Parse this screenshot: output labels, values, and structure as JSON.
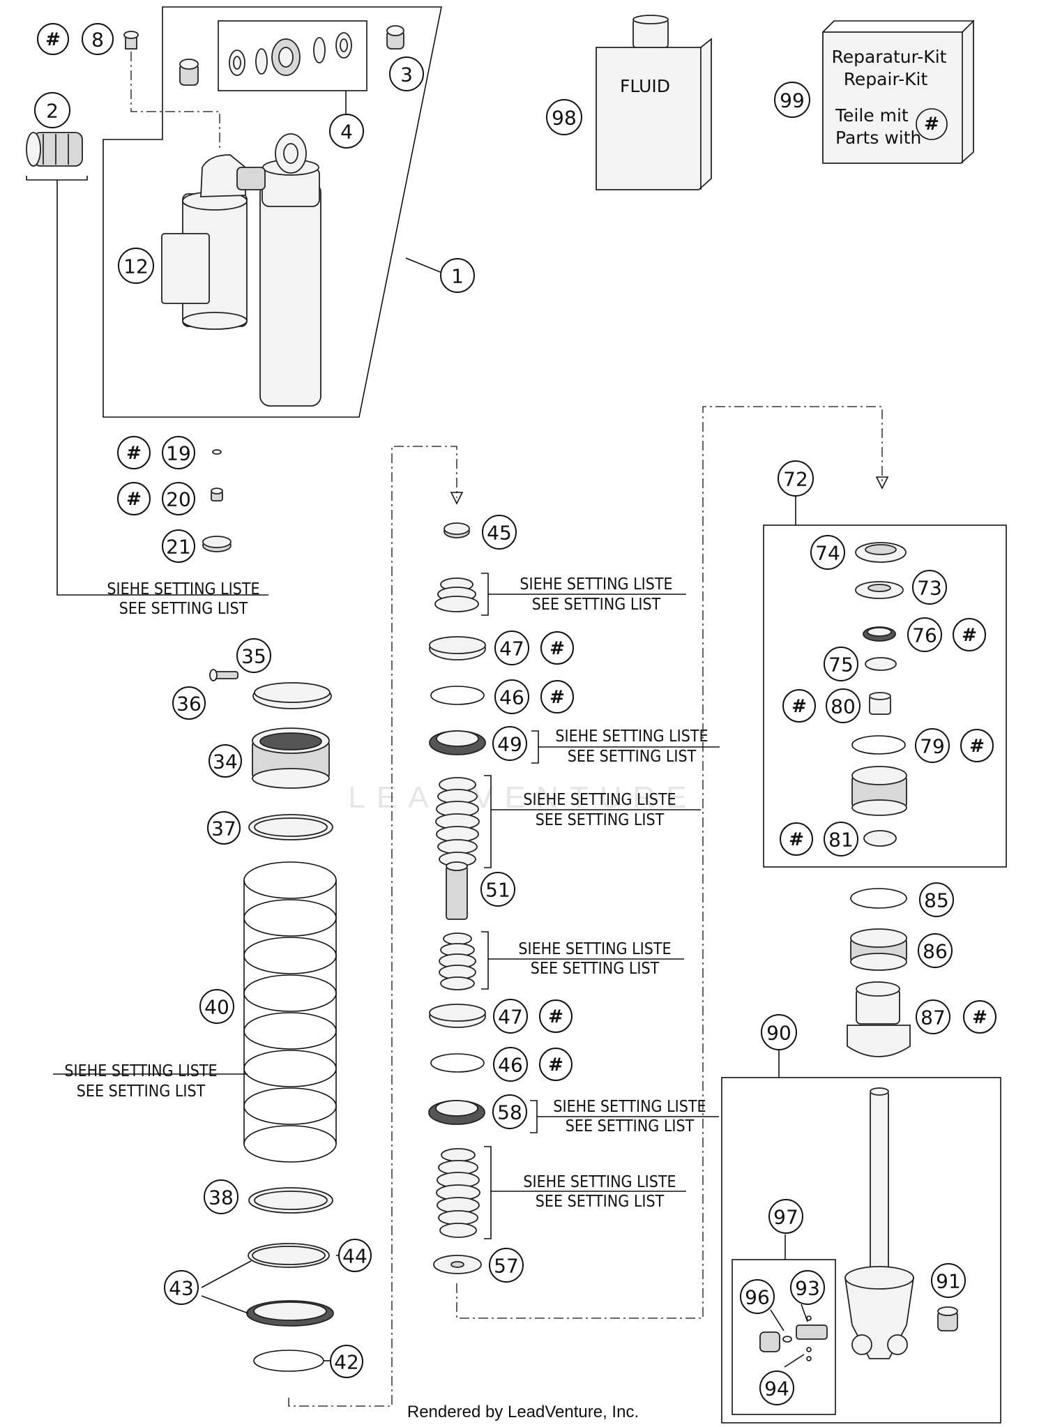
{
  "diagram": {
    "callouts": [
      {
        "id": "hash-8",
        "label": "#"
      },
      {
        "id": "p8",
        "label": "8"
      },
      {
        "id": "p2",
        "label": "2"
      },
      {
        "id": "p3",
        "label": "3"
      },
      {
        "id": "p4",
        "label": "4"
      },
      {
        "id": "p12",
        "label": "12"
      },
      {
        "id": "p1",
        "label": "1"
      },
      {
        "id": "hash-19",
        "label": "#"
      },
      {
        "id": "p19",
        "label": "19"
      },
      {
        "id": "hash-20",
        "label": "#"
      },
      {
        "id": "p20",
        "label": "20"
      },
      {
        "id": "p21",
        "label": "21"
      },
      {
        "id": "p35",
        "label": "35"
      },
      {
        "id": "p36",
        "label": "36"
      },
      {
        "id": "p34",
        "label": "34"
      },
      {
        "id": "p37",
        "label": "37"
      },
      {
        "id": "p40",
        "label": "40"
      },
      {
        "id": "p38",
        "label": "38"
      },
      {
        "id": "p44",
        "label": "44"
      },
      {
        "id": "p43",
        "label": "43"
      },
      {
        "id": "p42",
        "label": "42"
      },
      {
        "id": "p45",
        "label": "45"
      },
      {
        "id": "p47a",
        "label": "47"
      },
      {
        "id": "hash-47a",
        "label": "#"
      },
      {
        "id": "p46a",
        "label": "46"
      },
      {
        "id": "hash-46a",
        "label": "#"
      },
      {
        "id": "p49",
        "label": "49"
      },
      {
        "id": "p51",
        "label": "51"
      },
      {
        "id": "p47b",
        "label": "47"
      },
      {
        "id": "hash-47b",
        "label": "#"
      },
      {
        "id": "p46b",
        "label": "46"
      },
      {
        "id": "hash-46b",
        "label": "#"
      },
      {
        "id": "p58",
        "label": "58"
      },
      {
        "id": "p57",
        "label": "57"
      },
      {
        "id": "p98",
        "label": "98"
      },
      {
        "id": "p99",
        "label": "99"
      },
      {
        "id": "p72",
        "label": "72"
      },
      {
        "id": "p74",
        "label": "74"
      },
      {
        "id": "p73",
        "label": "73"
      },
      {
        "id": "p76",
        "label": "76"
      },
      {
        "id": "hash-76",
        "label": "#"
      },
      {
        "id": "p75",
        "label": "75"
      },
      {
        "id": "hash-80",
        "label": "#"
      },
      {
        "id": "p80",
        "label": "80"
      },
      {
        "id": "p79",
        "label": "79"
      },
      {
        "id": "hash-79",
        "label": "#"
      },
      {
        "id": "hash-81",
        "label": "#"
      },
      {
        "id": "p81",
        "label": "81"
      },
      {
        "id": "p85",
        "label": "85"
      },
      {
        "id": "p86",
        "label": "86"
      },
      {
        "id": "p87",
        "label": "87"
      },
      {
        "id": "hash-87",
        "label": "#"
      },
      {
        "id": "p90",
        "label": "90"
      },
      {
        "id": "p97",
        "label": "97"
      },
      {
        "id": "p96",
        "label": "96"
      },
      {
        "id": "p93",
        "label": "93"
      },
      {
        "id": "p91",
        "label": "91"
      },
      {
        "id": "p94",
        "label": "94"
      }
    ],
    "setting_notes": [
      {
        "id": "note-21",
        "line1": "SIEHE SETTING LISTE",
        "line2": "SEE SETTING LIST"
      },
      {
        "id": "note-top-stack",
        "line1": "SIEHE SETTING LISTE",
        "line2": "SEE SETTING LIST"
      },
      {
        "id": "note-49",
        "line1": "SIEHE SETTING LISTE",
        "line2": "SEE SETTING LIST"
      },
      {
        "id": "note-shim-a",
        "line1": "SIEHE SETTING LISTE",
        "line2": "SEE SETTING LIST"
      },
      {
        "id": "note-shim-b",
        "line1": "SIEHE SETTING LISTE",
        "line2": "SEE SETTING LIST"
      },
      {
        "id": "note-40",
        "line1": "SIEHE SETTING LISTE",
        "line2": "SEE SETTING LIST"
      },
      {
        "id": "note-58",
        "line1": "SIEHE SETTING LISTE",
        "line2": "SEE SETTING LIST"
      },
      {
        "id": "note-shim-c",
        "line1": "SIEHE SETTING LISTE",
        "line2": "SEE SETTING LIST"
      }
    ],
    "fluid_label": "FLUID",
    "repair_kit": {
      "line1": "Reparatur-Kit",
      "line2": "Repair-Kit",
      "line3": "Teile mit",
      "line4": "Parts with",
      "hash": "#"
    },
    "watermark": "LEADVENTURE",
    "credit": "Rendered by LeadVenture, Inc."
  }
}
